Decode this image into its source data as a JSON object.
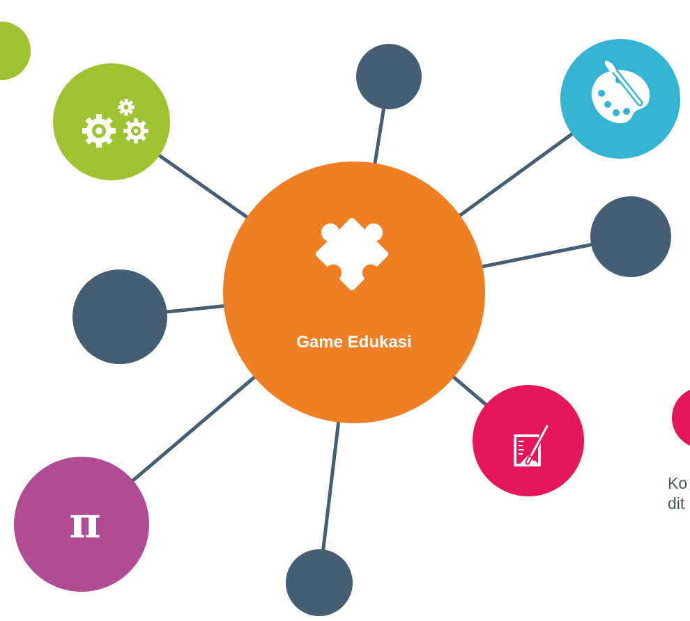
{
  "center": {
    "label": "Game Edukasi",
    "icon": "puzzle-icon",
    "color": "#ef7f22"
  },
  "nodes": [
    {
      "id": "gears",
      "icon": "gears-icon",
      "color": "#9dc333"
    },
    {
      "id": "art",
      "icon": "palette-icon",
      "color": "#35b3d3"
    },
    {
      "id": "science",
      "icon": "beaker-icon",
      "color": "#e5175a"
    },
    {
      "id": "math",
      "icon": "pi-icon",
      "glyph": "π",
      "color": "#b04c96"
    },
    {
      "id": "partial-top-left",
      "icon": "none",
      "color": "#9dc333"
    },
    {
      "id": "partial-right",
      "icon": "none",
      "color": "#e5175a"
    }
  ],
  "empty_node_color": "#455e73",
  "connector_color": "#455e73",
  "side_text": {
    "line1": "Ko",
    "line2": "dit"
  }
}
